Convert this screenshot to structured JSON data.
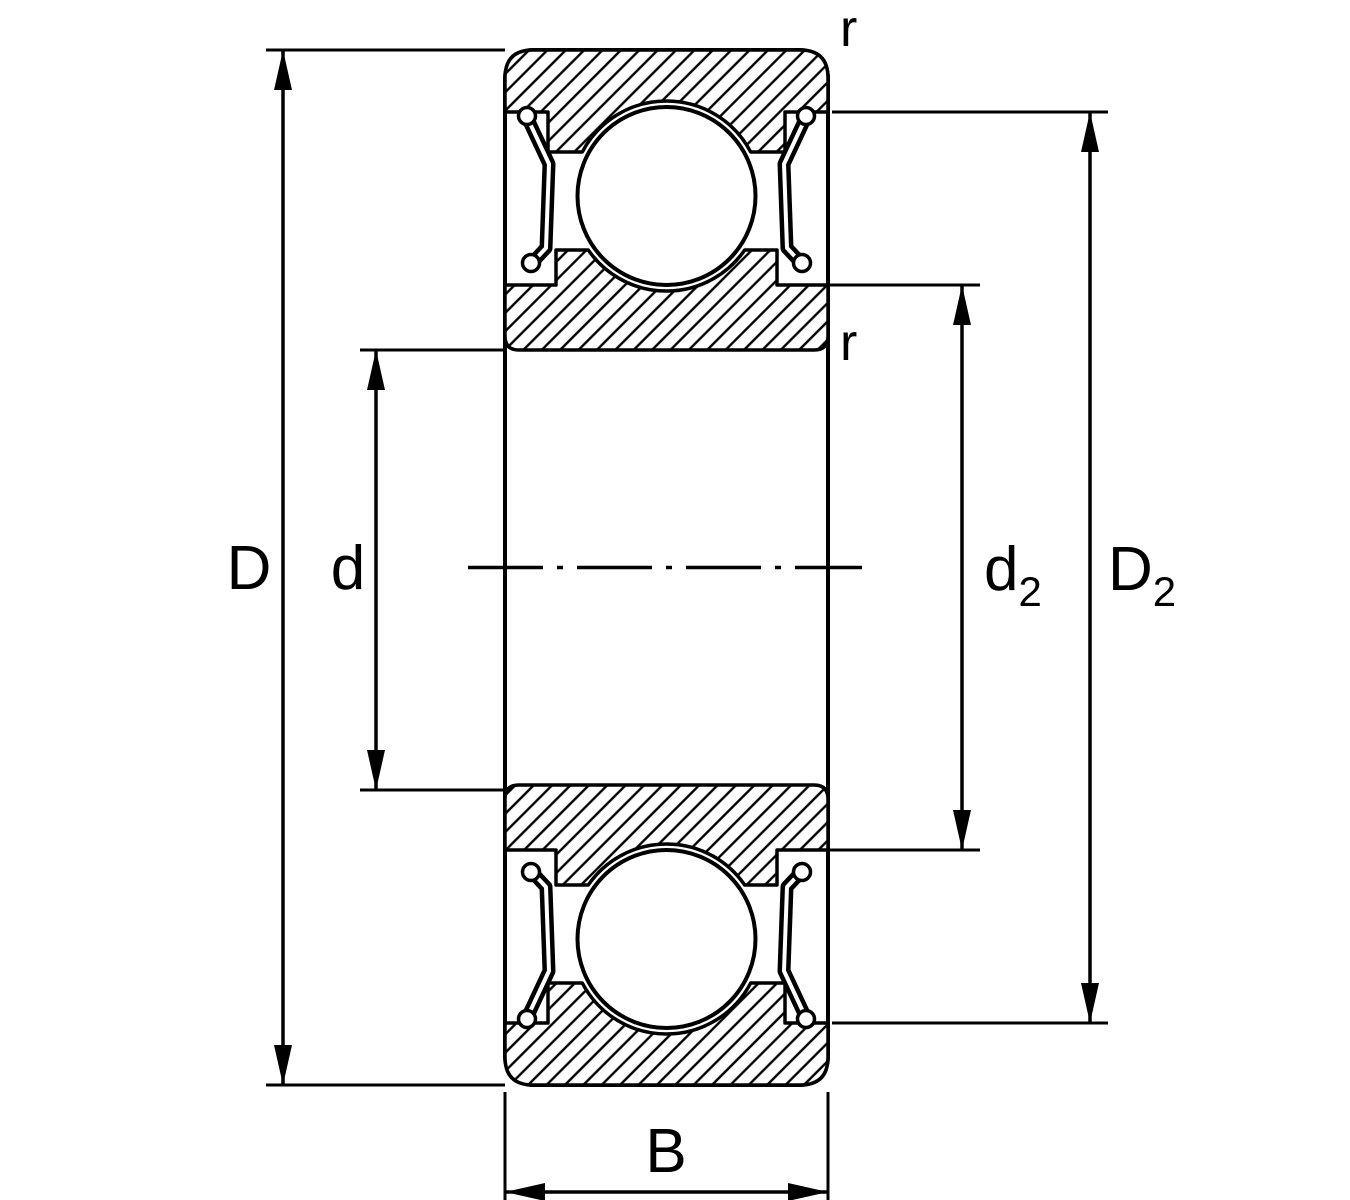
{
  "diagram": {
    "colors": {
      "line": "#000000",
      "background": "#ffffff"
    },
    "labels": {
      "outer_diameter": "D",
      "bore_diameter": "d",
      "d2_base": "d",
      "d2_sub": "2",
      "D2_base": "D",
      "D2_sub": "2",
      "width": "B",
      "radius_outer": "r",
      "radius_inner": "r"
    }
  }
}
